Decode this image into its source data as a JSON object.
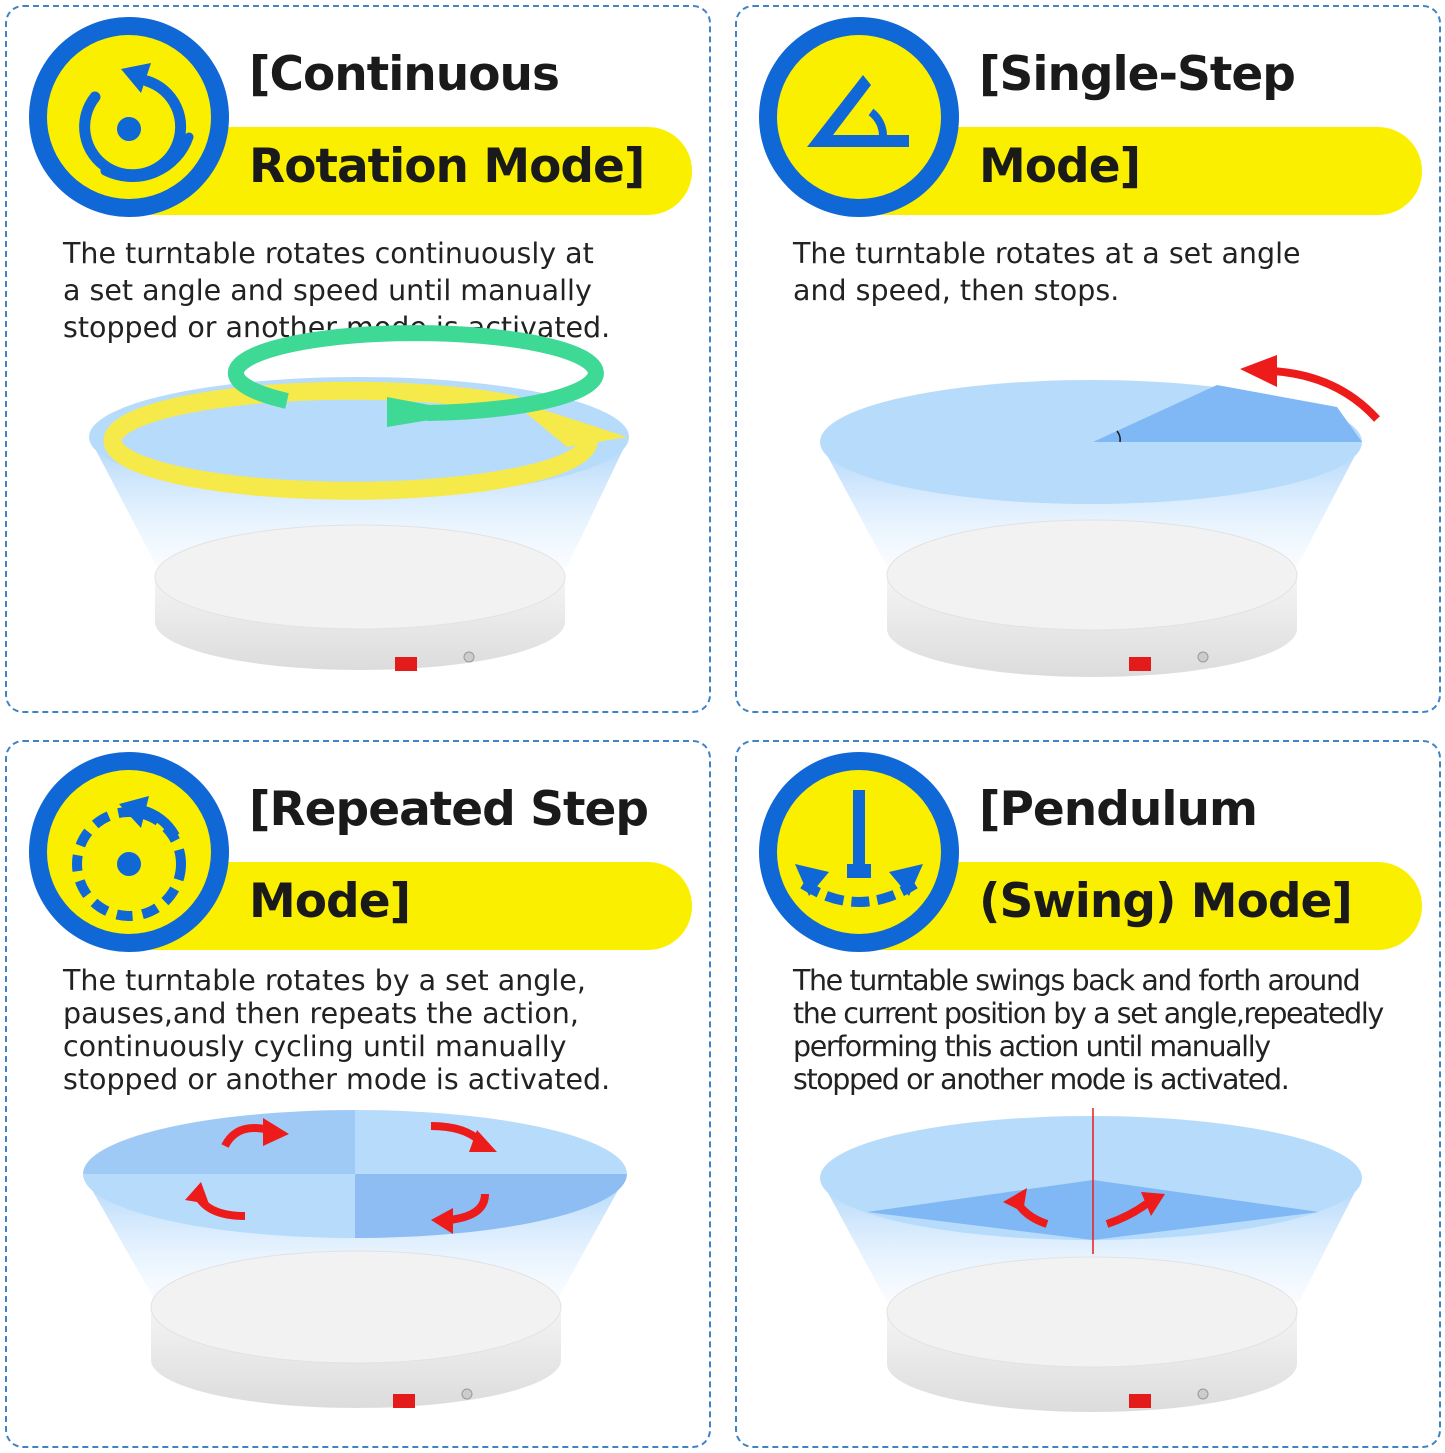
{
  "panels": [
    {
      "title_line1": "[Continuous",
      "title_line2": "Rotation Mode]",
      "icon": "continuous-rotation-icon",
      "description_lines": [
        "The turntable rotates continuously at",
        "a set angle and speed until manually",
        "stopped or another mode is activated."
      ]
    },
    {
      "title_line1": "[Single-Step",
      "title_line2": "Mode]",
      "icon": "angle-icon",
      "description_lines": [
        "The turntable rotates at a set angle",
        "and speed, then stops."
      ]
    },
    {
      "title_line1": "[Repeated Step",
      "title_line2": "Mode]",
      "icon": "repeated-step-icon",
      "description_lines": [
        "The turntable rotates by a set angle,",
        "pauses,and then repeats the action,",
        "continuously cycling until manually",
        "stopped or another mode is activated."
      ]
    },
    {
      "title_line1": "[Pendulum",
      "title_line2": "(Swing) Mode]",
      "icon": "pendulum-icon",
      "description_lines": [
        "The turntable swings back and forth around",
        "the current position by a set angle,repeatedly",
        "performing this action until manually",
        "stopped or another mode is activated."
      ]
    }
  ],
  "colors": {
    "badge_blue": "#1067d6",
    "badge_yellow": "#fbef00",
    "border_blue": "#3f83c6",
    "arrow_red": "#ee1b1b",
    "disc_blue": "#b7dbfb"
  }
}
